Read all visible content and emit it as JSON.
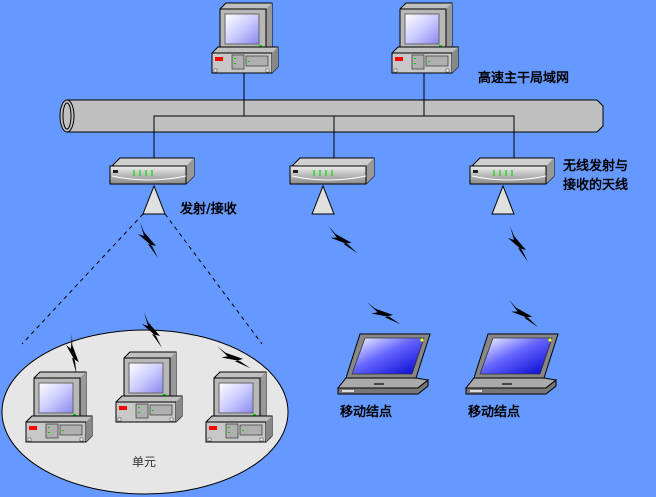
{
  "diagram": {
    "title": "Wireless LAN connected to high-speed backbone",
    "colors": {
      "background": "#6699ff",
      "backbone": "#c0c0c0",
      "cell": "#e6e6e6",
      "device_body": "#c0c0c0",
      "screen": "#9999ff",
      "led_green": "#00cc00",
      "led_red": "#ff0000"
    },
    "labels": {
      "backbone": "高速主干局域网",
      "transceiver": "发射/接收",
      "antenna_line1": "无线发射与",
      "antenna_line2": "接收的天线",
      "mobile_node_1": "移动结点",
      "mobile_node_2": "移动结点",
      "cell": "单元"
    },
    "nodes": {
      "servers": [
        "server-1",
        "server-2"
      ],
      "access_points": [
        "access-point-1",
        "access-point-2",
        "access-point-3"
      ],
      "cell_computers": [
        "cell-pc-1",
        "cell-pc-2",
        "cell-pc-3"
      ],
      "laptops": [
        "mobile-laptop-1",
        "mobile-laptop-2"
      ]
    }
  }
}
